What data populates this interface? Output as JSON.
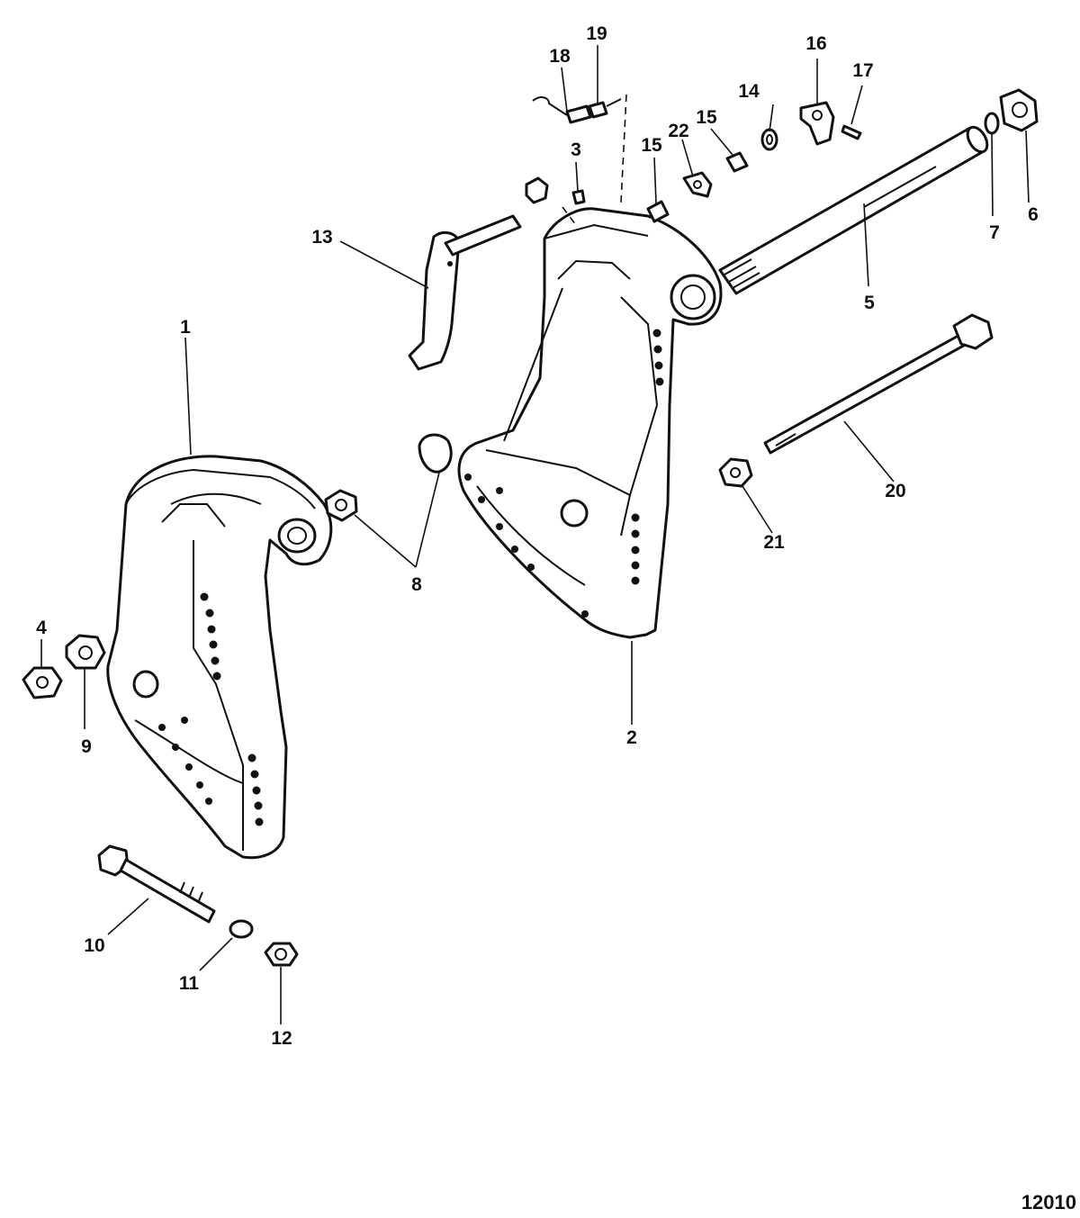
{
  "diagram": {
    "figure_number": "12010",
    "callouts": [
      "1",
      "2",
      "3",
      "4",
      "5",
      "6",
      "7",
      "8",
      "9",
      "10",
      "11",
      "12",
      "13",
      "14",
      "15",
      "15",
      "16",
      "17",
      "18",
      "19",
      "20",
      "21",
      "22"
    ]
  }
}
